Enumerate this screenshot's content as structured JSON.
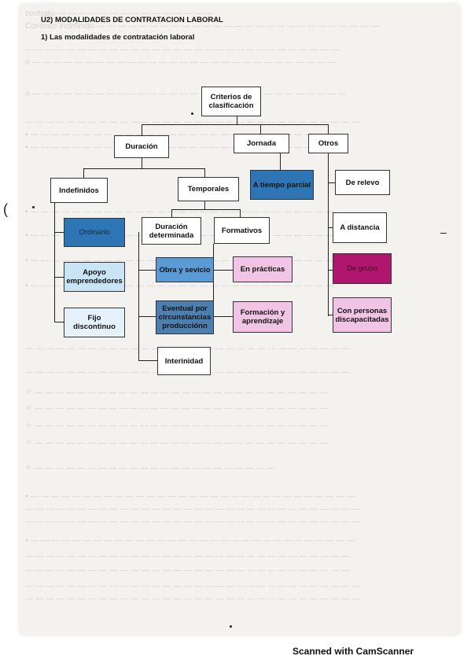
{
  "header": {
    "title": "U2) MODALIDADES DE CONTRATACION LABORAL",
    "subtitle": "1)   Las modalidades de contratación laboral"
  },
  "chart": {
    "root": "Criterios de clasificación",
    "duracion": "Duración",
    "jornada": "Jornada",
    "otros": "Otros",
    "indefinidos": "Indefinidos",
    "temporales": "Temporales",
    "ordinario": "Ordinario",
    "apoyo": "Apoyo emprendedores",
    "fijo_discontinuo": "Fijo discontinuo",
    "duracion_determinada": "Duración determinada",
    "formativos": "Formativos",
    "obra_servicio": "Obra y sevicio",
    "eventual": "Eventual por circunstancias producciónn",
    "interinidad": "Interinidad",
    "en_practicas": "En prácticas",
    "formacion_aprendizaje": "Formación y aprendizaje",
    "tiempo_parcial": "A tiempo parcial",
    "relevo": "De relevo",
    "distancia": "A distancia",
    "grupo": "De grupo",
    "discapacitadas": "Con personas discapacitadas"
  },
  "footer": {
    "scanner": "Scanned with CamScanner"
  },
  "colors": {
    "dark_blue": "#2e75b6",
    "light_blue": "#c9e4f5",
    "mid_blue": "#5b9bd5",
    "steel_blue": "#4a7fb0",
    "light_pink": "#f1c4e6",
    "magenta": "#b1166e",
    "very_light_blue": "#e6f2fb"
  }
}
